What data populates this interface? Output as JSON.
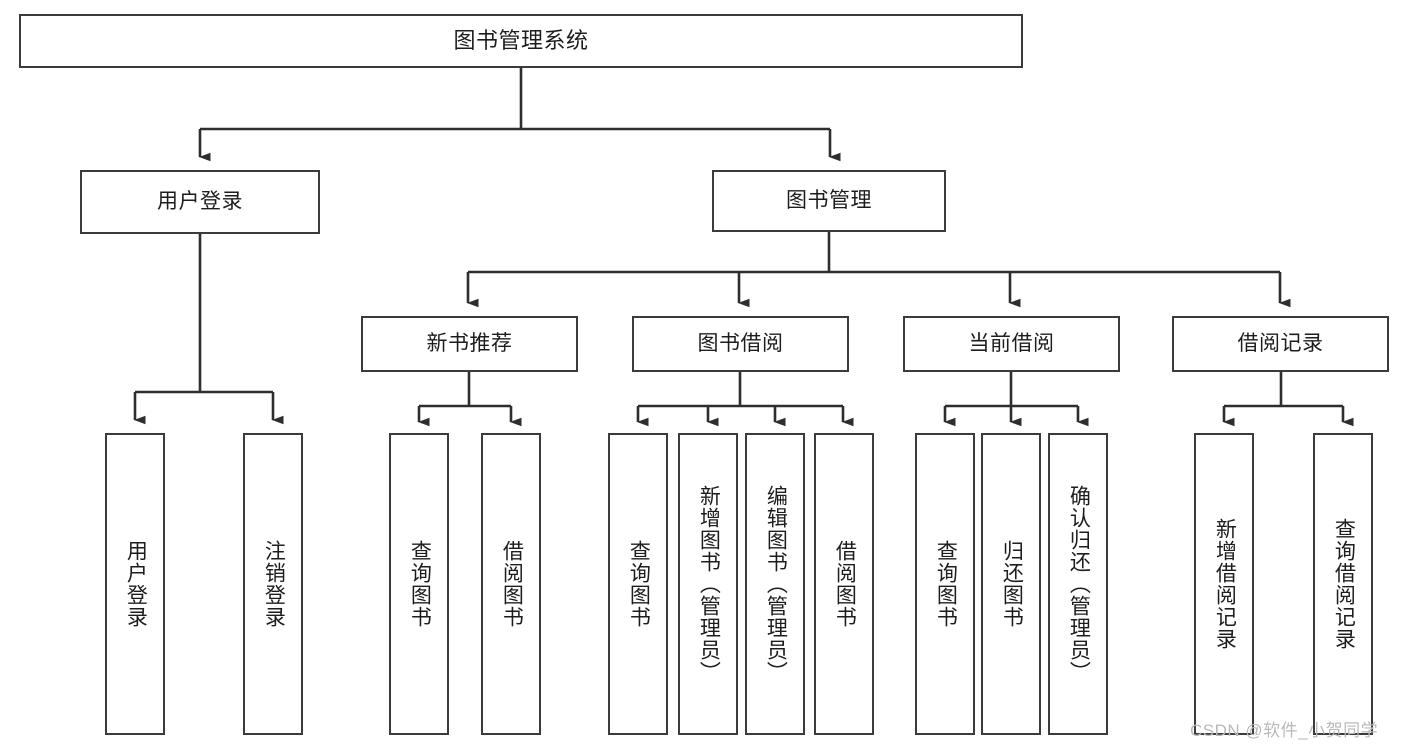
{
  "diagram": {
    "title": "图书管理系统",
    "type": "functional-structure-tree",
    "stroke_color": "#3b3b3b",
    "fill_color": "#ffffff",
    "text_color": "#1d1d1d",
    "watermark": "CSDN @软件_小贺同学",
    "nodes": {
      "root": {
        "label": "图书管理系统"
      },
      "level2": [
        {
          "label": "用户登录"
        },
        {
          "label": "图书管理"
        }
      ],
      "level3": [
        {
          "label": "新书推荐"
        },
        {
          "label": "图书借阅"
        },
        {
          "label": "当前借阅"
        },
        {
          "label": "借阅记录"
        }
      ],
      "leaves": {
        "user_login": [
          {
            "label": "用户登录"
          },
          {
            "label": "注销登录"
          }
        ],
        "new_book_recommend": [
          {
            "label": "查询图书"
          },
          {
            "label": "借阅图书"
          }
        ],
        "book_borrow": [
          {
            "label": "查询图书"
          },
          {
            "label": "新增图书（管理员）"
          },
          {
            "label": "编辑图书（管理员）"
          },
          {
            "label": "借阅图书"
          }
        ],
        "current_borrow": [
          {
            "label": "查询图书"
          },
          {
            "label": "归还图书"
          },
          {
            "label": "确认归还（管理员）"
          }
        ],
        "borrow_record": [
          {
            "label": "新增借阅记录"
          },
          {
            "label": "查询借阅记录"
          }
        ]
      }
    }
  }
}
